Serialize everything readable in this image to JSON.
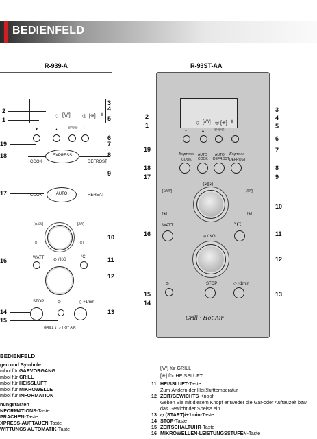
{
  "header": {
    "title": "BEDIENFELD"
  },
  "models": {
    "left": "R-939-A",
    "right": "R-93ST-AA"
  },
  "left_panel": {
    "display_symbols": [
      "◇",
      "[////]",
      "◎",
      "[※]",
      "i"
    ],
    "icons_row": [
      "▼",
      "▲",
      "◎/◎◎",
      "i"
    ],
    "express_label": "EXPRESS",
    "cook": "COOK",
    "defrost": "DEFROST",
    "auto_label": "AUTO",
    "reheat": "REHEAT",
    "mode_icons": [
      "[※/////]",
      "[/////]",
      "[※]",
      "[※]"
    ],
    "watt": "WATT",
    "degc": "°C",
    "kg": "⊘ / KG",
    "stop": "STOP",
    "clock": "⊙",
    "start": "◇ +1min",
    "grill_hot_air": "GRILL ⇃ ↗ HOT AIR"
  },
  "right_panel": {
    "icons_row": [
      "▼",
      "▲",
      "◎/◎◎",
      "i"
    ],
    "express_cook_script": "Express",
    "express_cook": "COOK",
    "auto_cook_top": "AUTO",
    "auto_cook": "COOK",
    "auto_defrost_top": "AUTO",
    "auto_defrost": "DEFROST",
    "express_defrost_script": "Express",
    "express_defrost": "DEFROST",
    "mode_top": "[※][※]",
    "mode_left_top": "[※/////]",
    "mode_right_top": "[/////]",
    "mode_left_bottom": "[※]",
    "mode_right_bottom": "[※]",
    "watt": "WATT",
    "degc": "°C",
    "kg": "⊘ / KG",
    "clock": "⊙",
    "stop": "STOP",
    "start": "◇ +1min",
    "brand": "Grill · Hot Air"
  },
  "callouts_left": [
    "2",
    "1",
    "19",
    "18",
    "17",
    "16",
    "14",
    "15"
  ],
  "callouts_center": [
    "3",
    "4",
    "5",
    "6",
    "7",
    "8",
    "9",
    "10",
    "11",
    "12",
    "13"
  ],
  "callouts_right_left": [
    "2",
    "1",
    "19",
    "18",
    "17",
    "16",
    "15",
    "14"
  ],
  "callouts_right_right": [
    "3",
    "4",
    "5",
    "6",
    "7",
    "8",
    "9",
    "10",
    "11",
    "12",
    "13"
  ],
  "bottom_left": {
    "heading": "BEDIENFELD",
    "subheading": "gen und Symbole:",
    "lines": [
      {
        "pre": "mbol für ",
        "bold": "GARVORGANG",
        "post": ""
      },
      {
        "pre": "mbol für ",
        "bold": "GRILL",
        "post": ""
      },
      {
        "pre": "mbol für ",
        "bold": "HEISSLUFT",
        "post": ""
      },
      {
        "pre": "mbol für ",
        "bold": "MIKROWELLE",
        "post": ""
      },
      {
        "pre": "mbol für ",
        "bold": "INFORMATION",
        "post": ""
      }
    ],
    "subheading2": "nungstasten",
    "lines2": [
      {
        "pre": "",
        "bold": "NFORMATIONS",
        "post": "-Taste"
      },
      {
        "pre": "",
        "bold": "PRACHEN",
        "post": "-Taste"
      },
      {
        "pre": "",
        "bold": "XPRESS-AUFTAUEN",
        "post": "-Taste"
      },
      {
        "pre": "",
        "bold": "WITTUNGS AUTOMATIK",
        "post": "-Taste"
      }
    ]
  },
  "bottom_right": {
    "sym1": "[////]",
    "sym1_text": "für GRILL",
    "sym2": "[※]",
    "sym2_text": "für HEISSLUFT",
    "items": [
      {
        "num": "11",
        "bold": "HEISSLUFT",
        "rest": "-Taste",
        "desc": "Zum Ändern der Heißlufttemperatur"
      },
      {
        "num": "12",
        "bold": "ZEIT/GEWICHTS",
        "rest": "-Knopf",
        "desc": "Geben Sie mit diesem Knopf entweder die Gar-oder Auftauzeit bzw. das Gewicht der Speise ein."
      },
      {
        "num": "13",
        "bold": "◇ (START)/+1min",
        "rest": "-Taste",
        "desc": ""
      },
      {
        "num": "14",
        "bold": "STOP",
        "rest": "-Taste",
        "desc": ""
      },
      {
        "num": "15",
        "bold": "ZEITSCHALTUHR",
        "rest": "-Taste",
        "desc": ""
      },
      {
        "num": "16",
        "bold": "MIKROWELLEN-LEISTUNGSSTUFEN",
        "rest": "-Taste",
        "desc": ""
      }
    ]
  },
  "colors": {
    "accent": "#d21e1e",
    "panel_gray": "#c9c9c9"
  }
}
